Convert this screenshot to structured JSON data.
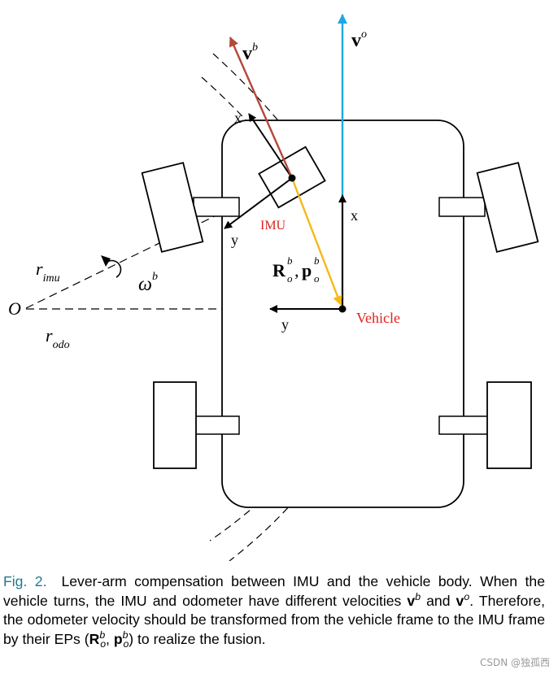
{
  "diagram": {
    "labels": {
      "vb_main": "v",
      "vb_sup": "b",
      "vo_main": "v",
      "vo_sup": "o",
      "imu_x": "x",
      "imu_y": "y",
      "veh_x": "x",
      "veh_y": "y",
      "imu": "IMU",
      "vehicle": "Vehicle",
      "r_imu_main": "r",
      "r_imu_sub": "imu",
      "omega_main": "ω",
      "omega_sup": "b",
      "origin": "O",
      "r_odo_main": "r",
      "r_odo_sub": "odo",
      "ep_R": "R",
      "ep_R_sub": "o",
      "ep_R_sup": "b",
      "ep_comma": ",",
      "ep_p": "p",
      "ep_p_sub": "o",
      "ep_p_sup": "b"
    },
    "colors": {
      "vb": "#b5473a",
      "vo": "#1ea7e1",
      "ep": "#f6b81a",
      "label_red": "#e0201b",
      "ink": "#000000"
    }
  },
  "caption": {
    "fig_label": "Fig. 2.",
    "part1": "Lever-arm compensation between IMU and the vehicle body. When the vehicle turns, the IMU and odometer have different velocities ",
    "v1": "v",
    "v1_sup": "b",
    "and": " and ",
    "v2": "v",
    "v2_sup": "o",
    "part2": ". Therefore, the odometer velocity should be transformed from the vehicle frame to the IMU frame by their EPs (",
    "R": "R",
    "R_sub": "o",
    "R_sup": "b",
    "comma": ", ",
    "p": "p",
    "p_sub": "o",
    "p_sup": "b",
    "part3": ") to realize the fusion."
  },
  "watermark": "CSDN @独孤西"
}
